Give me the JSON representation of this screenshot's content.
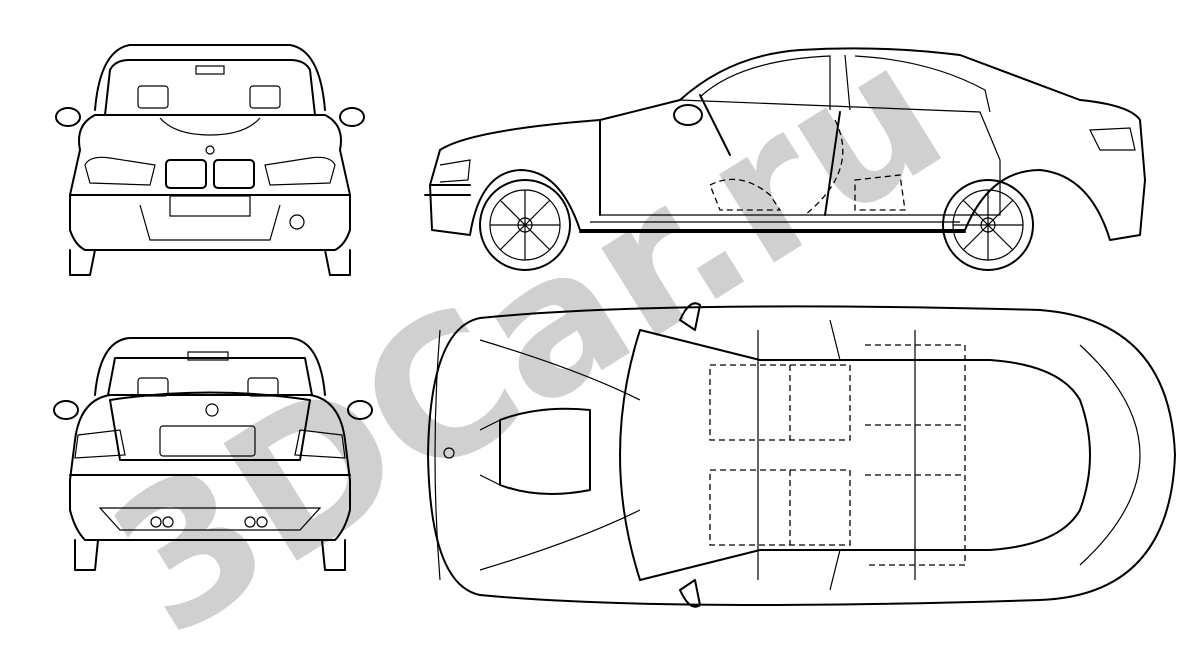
{
  "watermark": {
    "text": "3DCar.ru",
    "color": "#c8c8c8"
  },
  "views": [
    "front",
    "side",
    "rear",
    "top"
  ],
  "line_color": "#000000",
  "background": "#ffffff"
}
